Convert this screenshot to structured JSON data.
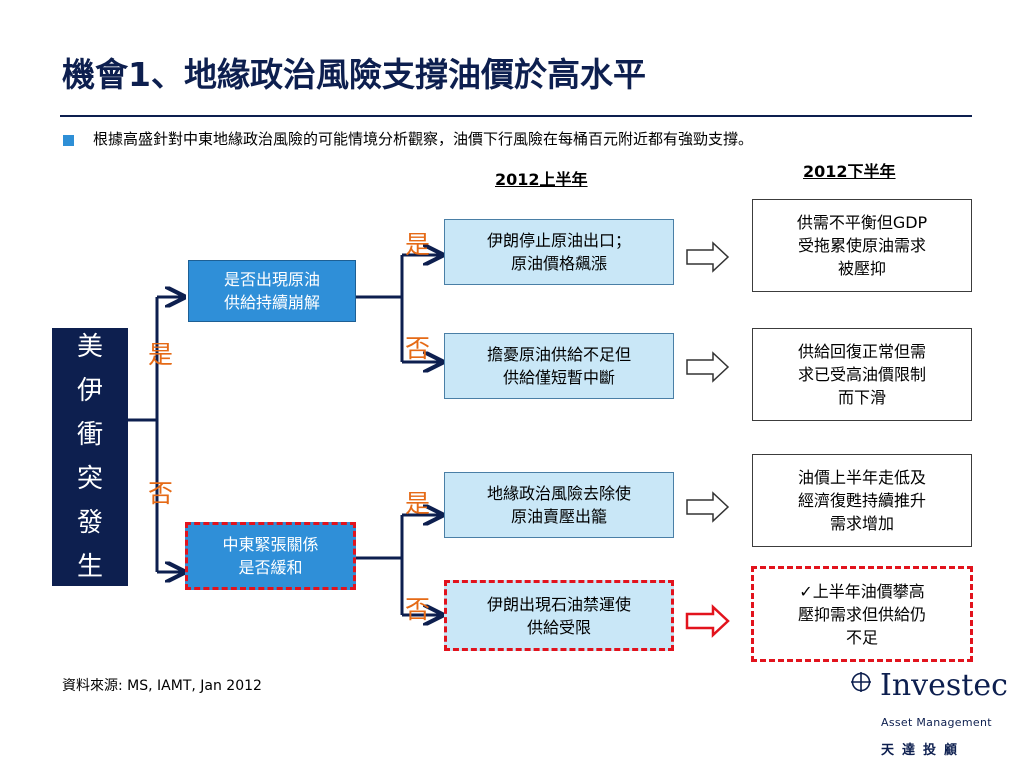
{
  "title": "機會1、地緣政治風險支撐油價於高水平",
  "bullet": "根據高盛針對中東地緣政治風險的可能情境分析觀察，油價下行風險在每桶百元附近都有強勁支撐。",
  "headers": {
    "h1": "2012上半年",
    "h2": "2012下半年"
  },
  "root": {
    "chars": [
      "美",
      "伊",
      "衝",
      "突",
      "發",
      "生"
    ]
  },
  "labels": {
    "root_yes": "是",
    "root_no": "否",
    "q1_yes": "是",
    "q1_no": "否",
    "q2_yes": "是",
    "q2_no": "否"
  },
  "q1": {
    "line1": "是否出現原油",
    "line2": "供給持續崩解"
  },
  "q2": {
    "line1": "中東緊張關係",
    "line2": "是否緩和"
  },
  "h1_boxes": [
    {
      "line1": "伊朗停止原油出口；",
      "line2": "原油價格飆漲"
    },
    {
      "line1": "擔憂原油供給不足但",
      "line2": "供給僅短暫中斷"
    },
    {
      "line1": "地緣政治風險去除使",
      "line2": "原油賣壓出籠"
    },
    {
      "line1": "伊朗出現石油禁運使",
      "line2": "供給受限"
    }
  ],
  "h2_boxes": [
    {
      "line1": "供需不平衡但GDP",
      "line2": "受拖累使原油需求",
      "line3": "被壓抑"
    },
    {
      "line1": "供給回復正常但需",
      "line2": "求已受高油價限制",
      "line3": "而下滑"
    },
    {
      "line1": "油價上半年走低及",
      "line2": "經濟復甦持續推升",
      "line3": "需求增加"
    },
    {
      "line1": "✓上半年油價攀高",
      "line2": "壓抑需求但供給仍",
      "line3": "不足"
    }
  ],
  "source": "資料來源: MS, IAMT, Jan 2012",
  "logo": {
    "name": "Investec",
    "sub": "Asset Management",
    "cn": "天達投顧"
  },
  "colors": {
    "navy": "#0d1f4f",
    "light_blue": "#c9e7f7",
    "mid_blue": "#2f8fd8",
    "red": "#e2131d",
    "orange": "#e56a16"
  }
}
